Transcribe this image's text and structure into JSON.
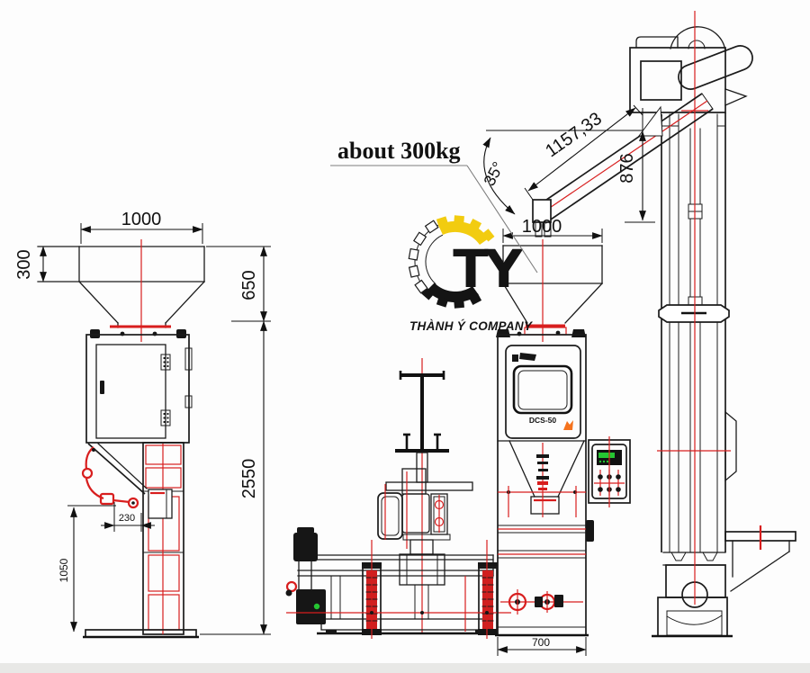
{
  "annotation": {
    "weight_note": "about 300kg"
  },
  "logo": {
    "monogram": "TY",
    "company": "THÀNH Ý COMPANY",
    "gear_yellow": "#f2cc10",
    "gear_black": "#141414"
  },
  "machine": {
    "model": "DCS-50"
  },
  "dimensions": {
    "left_hopper_width": "1000",
    "left_hopper_inlet_height": "300",
    "left_hopper_total_height": "650",
    "left_machine_height": "2550",
    "left_outlet_width": "230",
    "left_outlet_clearance": "1050",
    "mid_hopper_width": "1000",
    "machine_base_width": "700",
    "elevator_conveyor_length": "1157,33",
    "elevator_conveyor_angle": "35°",
    "elevator_feed_height": "876"
  },
  "colors": {
    "line": "#1b1b1b",
    "centerline_red": "#d81e1e",
    "accent_orange": "#f5731e",
    "display_green": "#25c532",
    "leader_gray": "#7d7d7d",
    "footer_strip": "#e8e8e6"
  }
}
